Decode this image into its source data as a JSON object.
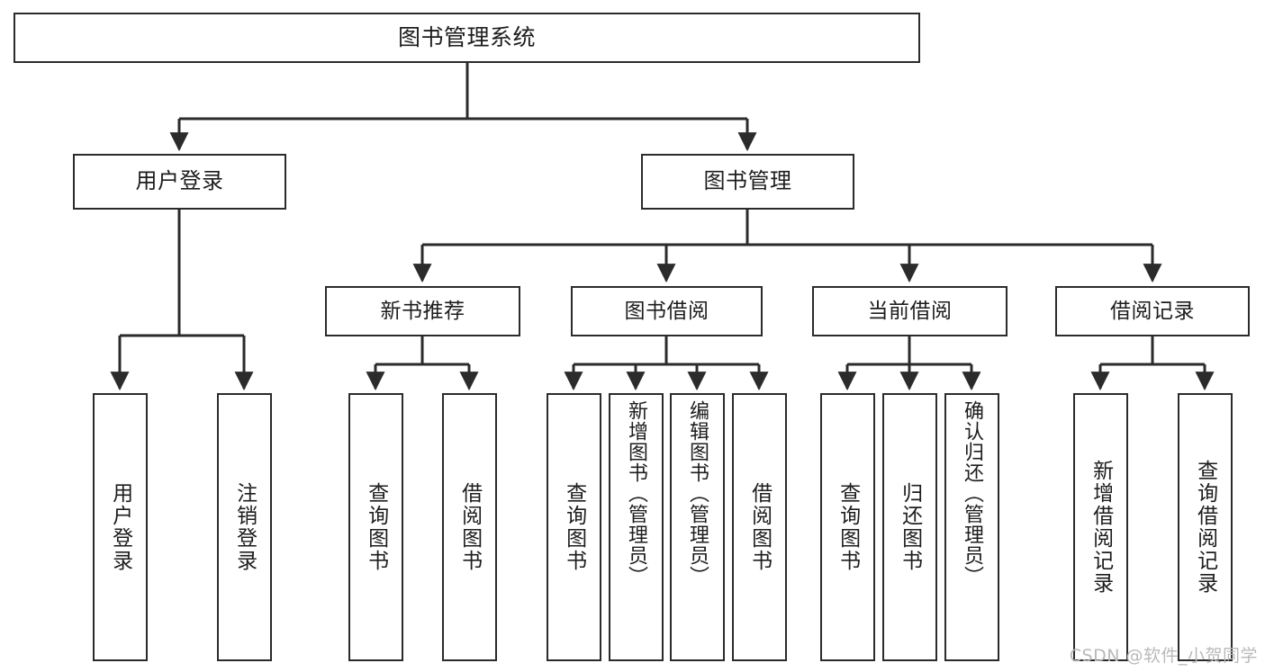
{
  "diagram": {
    "title": "图书管理系统",
    "type": "tree-hierarchy-chart",
    "watermark": "CSDN @软件_小贺同学",
    "colors": {
      "line": "#2b2b2b",
      "box_border": "#2b2b2b",
      "box_fill": "#ffffff",
      "text": "#1d1d1d",
      "background": "#ffffff",
      "watermark": "#b9b9b9"
    },
    "root": {
      "label": "图书管理系统"
    },
    "level1": [
      {
        "label": "用户登录"
      },
      {
        "label": "图书管理"
      }
    ],
    "level2": [
      {
        "label": "新书推荐"
      },
      {
        "label": "图书借阅"
      },
      {
        "label": "当前借阅"
      },
      {
        "label": "借阅记录"
      }
    ],
    "leaves": {
      "user_login": [
        {
          "label": "用户登录"
        },
        {
          "label": "注销登录"
        }
      ],
      "new_book_recommend": [
        {
          "label": "查询图书"
        },
        {
          "label": "借阅图书"
        }
      ],
      "book_borrow": [
        {
          "label": "查询图书"
        },
        {
          "label": "新增图书（管理员）"
        },
        {
          "label": "编辑图书（管理员）"
        },
        {
          "label": "借阅图书"
        }
      ],
      "current_borrow": [
        {
          "label": "查询图书"
        },
        {
          "label": "归还图书"
        },
        {
          "label": "确认归还（管理员）"
        }
      ],
      "borrow_record": [
        {
          "label": "新增借阅记录"
        },
        {
          "label": "查询借阅记录"
        }
      ]
    }
  }
}
